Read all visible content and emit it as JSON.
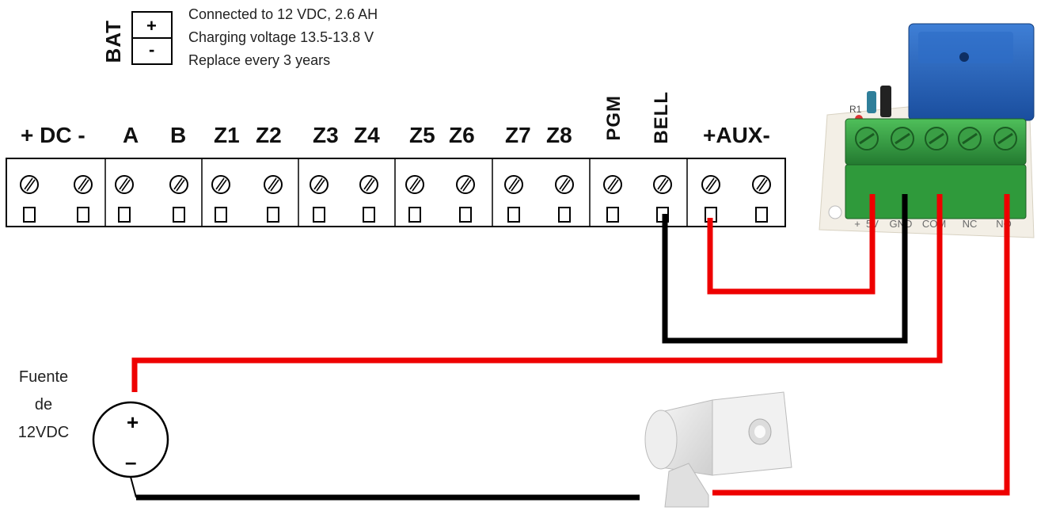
{
  "battery": {
    "label": "BAT",
    "plus": "+",
    "minus": "-",
    "notes": [
      "Connected to 12 VDC, 2.6 AH",
      "Charging voltage 13.5-13.8 V",
      "Replace every 3 years"
    ]
  },
  "terminals": {
    "dc": "+ DC -",
    "a": "A",
    "b": "B",
    "z1": "Z1",
    "z2": "Z2",
    "z3": "Z3",
    "z4": "Z4",
    "z5": "Z5",
    "z6": "Z6",
    "z7": "Z7",
    "z8": "Z8",
    "pgm": "PGM",
    "bell": "BELL",
    "aux": "+AUX-"
  },
  "relay": {
    "pins": [
      "+",
      "5V",
      "GND",
      "COM",
      "NC",
      "NO"
    ],
    "component_label": "R1"
  },
  "power_source": {
    "lines": [
      "Fuente",
      "de",
      "12VDC"
    ],
    "plus": "+",
    "minus": "–"
  },
  "colors": {
    "positive_wire": "#ee0000",
    "negative_wire": "#000000",
    "terminal_block": "#39a845",
    "relay_body": "#1d5fb8",
    "siren": "#e6e6e6"
  },
  "icons": {
    "siren": "siren-icon",
    "relay": "relay-module-icon",
    "screw": "screw-terminal-icon"
  }
}
